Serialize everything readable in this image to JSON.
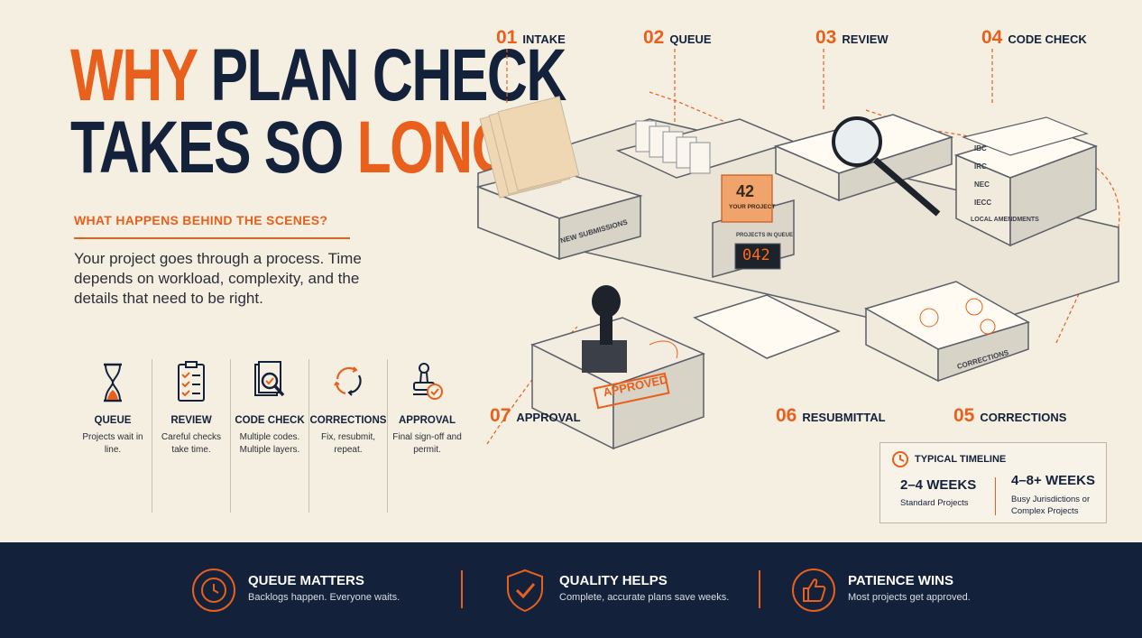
{
  "header": {
    "title_word1": "WHY",
    "title_word2": "PLAN CHECK",
    "title_word3": "TAKES SO",
    "title_word4": "LONG",
    "subtitle": "WHAT HAPPENS BEHIND THE SCENES?",
    "description": "Your project goes through a process. Time depends on workload, complexity, and the details that need to be right."
  },
  "cards": [
    {
      "title": "QUEUE",
      "desc": "Projects wait in line.",
      "icon": "hourglass-icon"
    },
    {
      "title": "REVIEW",
      "desc": "Careful checks take time.",
      "icon": "checklist-icon"
    },
    {
      "title": "CODE CHECK",
      "desc": "Multiple codes. Multiple layers.",
      "icon": "magnifier-document-icon"
    },
    {
      "title": "CORRECTIONS",
      "desc": "Fix, resubmit, repeat.",
      "icon": "cycle-arrows-icon"
    },
    {
      "title": "APPROVAL",
      "desc": "Final sign-off and permit.",
      "icon": "stamp-check-icon"
    }
  ],
  "steps": [
    {
      "num": "01",
      "label": "INTAKE"
    },
    {
      "num": "02",
      "label": "QUEUE"
    },
    {
      "num": "03",
      "label": "REVIEW"
    },
    {
      "num": "04",
      "label": "CODE CHECK"
    },
    {
      "num": "05",
      "label": "CORRECTIONS"
    },
    {
      "num": "06",
      "label": "RESUBMITTAL"
    },
    {
      "num": "07",
      "label": "APPROVAL"
    }
  ],
  "illustration": {
    "bin_label": "NEW SUBMISSIONS",
    "project_number": "42",
    "project_tag": "YOUR PROJECT",
    "queue_display_label": "PROJECTS IN QUEUE",
    "queue_display_value": "042",
    "code_books": [
      "IBC",
      "IRC",
      "NEC",
      "IECC",
      "LOCAL AMENDMENTS"
    ],
    "stamp_text": "APPROVED",
    "corrections_label": "CORRECTIONS"
  },
  "timeline": {
    "heading": "TYPICAL TIMELINE",
    "range1": "2–4 WEEKS",
    "caption1": "Standard Projects",
    "range2": "4–8+ WEEKS",
    "caption2": "Busy Jurisdictions or Complex Projects"
  },
  "footer": [
    {
      "title": "QUEUE MATTERS",
      "desc": "Backlogs happen. Everyone waits.",
      "icon": "clock-icon"
    },
    {
      "title": "QUALITY HELPS",
      "desc": "Complete, accurate plans save weeks.",
      "icon": "shield-check-icon"
    },
    {
      "title": "PATIENCE WINS",
      "desc": "Most projects get approved.",
      "icon": "thumbs-up-icon"
    }
  ],
  "colors": {
    "accent": "#e8601c",
    "navy": "#13213b",
    "background": "#f5efe2"
  }
}
